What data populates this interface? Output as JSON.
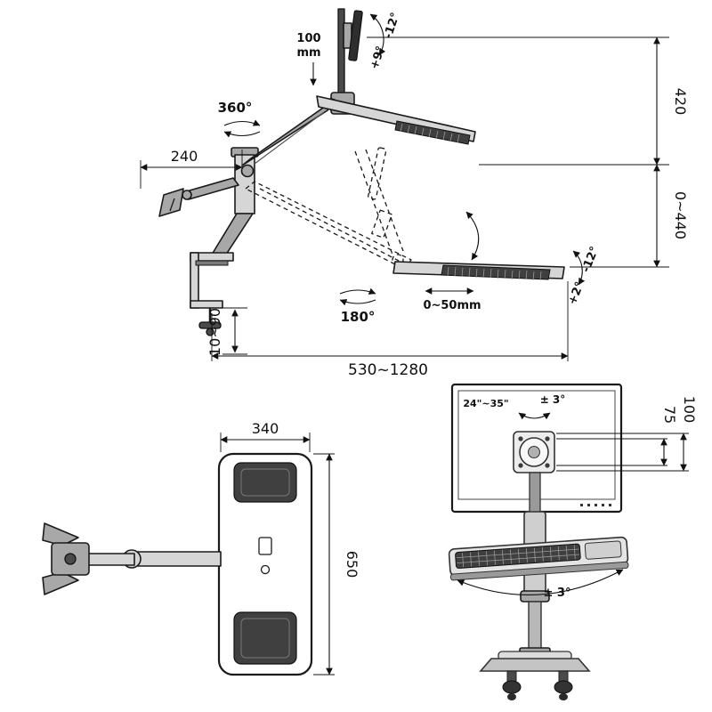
{
  "colors": {
    "line": "#1a1a1a",
    "metal_light": "#d6d6d6",
    "metal_mid": "#a8a8a8",
    "metal_dark": "#4a4a4a",
    "keyboard_dark": "#3f3f3f",
    "background": "#ffffff"
  },
  "side_view": {
    "monitor_travel": {
      "value": "100",
      "unit": "mm"
    },
    "monitor_tilt_down": "-12°",
    "monitor_tilt_up": "+9°",
    "swivel": "360°",
    "arm_offset": "240",
    "top_height": "420",
    "lift_range": "0~440",
    "tray_tilt_down": "-12°",
    "tray_tilt_up": "+2°",
    "tray_rotation": "180°",
    "tray_slide": "0~50mm",
    "clamp_range": "10~90",
    "reach_range": "530~1280"
  },
  "top_view": {
    "tray_width": "340",
    "tray_depth": "650"
  },
  "front_view": {
    "screen_size": "24\"~35\"",
    "head_rotation": "± 3°",
    "vesa_inner": "75",
    "vesa_outer": "100",
    "tray_rotation": "± 3°"
  }
}
